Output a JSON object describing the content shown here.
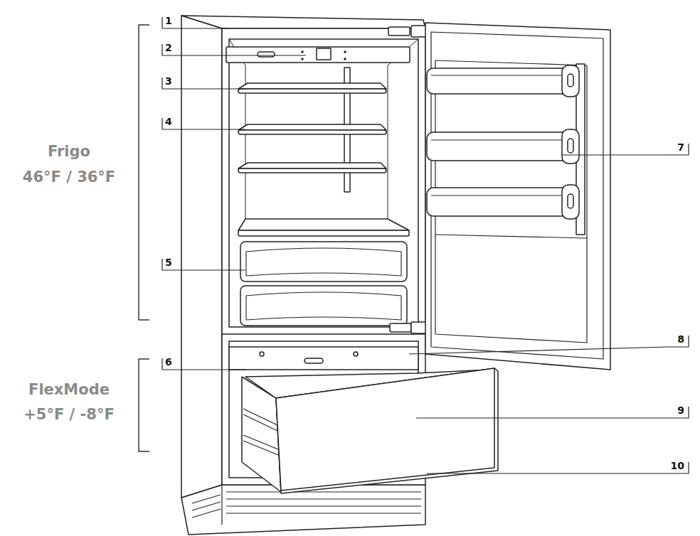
{
  "diagram": {
    "labels": [
      "1",
      "2",
      "3",
      "4",
      "5",
      "6",
      "7",
      "8",
      "9",
      "10",
      "Frigo",
      "46°F / 36°F",
      "FlexMode",
      "+5°F / -8°F"
    ]
  }
}
